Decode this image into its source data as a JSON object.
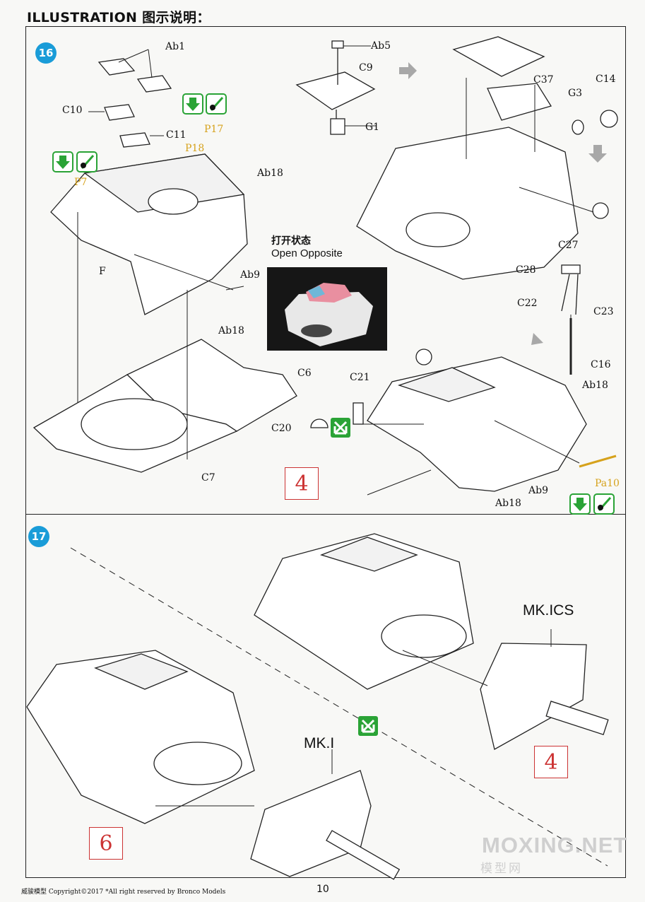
{
  "header": {
    "title": "ILLUSTRATION 图示说明："
  },
  "steps": {
    "s16": "16",
    "s17": "17"
  },
  "photo": {
    "caption_cn": "打开状态",
    "caption_en": "Open Opposite"
  },
  "labels16": {
    "Ab1": "Ab1",
    "C10": "C10",
    "C11": "C11",
    "P17": "P17",
    "P18": "P18",
    "P7": "P7",
    "Ab18a": "Ab18",
    "Ab18b": "Ab18",
    "Ab18c": "Ab18",
    "Ab18d": "Ab18",
    "F": "F",
    "Ab9a": "Ab9",
    "Ab9b": "Ab9",
    "C6": "C6",
    "C7": "C7",
    "Ab5": "Ab5",
    "C9": "C9",
    "G1": "G1",
    "C37": "C37",
    "G3": "G3",
    "C14": "C14",
    "C27": "C27",
    "C28": "C28",
    "C22": "C22",
    "C23": "C23",
    "C16": "C16",
    "C21": "C21",
    "C20": "C20",
    "Pa10": "Pa10"
  },
  "labels17": {
    "mkics": "MK.ICS",
    "mki": "MK.I"
  },
  "refs": {
    "r16": "4",
    "r17a": "4",
    "r17b": "6"
  },
  "icons": {
    "glue": "glue-icon",
    "paint": "paint-black-icon",
    "option": "optional-part-icon"
  },
  "colors": {
    "step_badge": "#1a9cd8",
    "icon_green": "#2aa336",
    "ref_red": "#cc3333",
    "etch_yellow": "#d6a21c"
  },
  "footer": {
    "text": "威骏模型  Copyright©2017  *All right reserved by Bronco Models",
    "page": "10"
  },
  "watermark": {
    "en": "MOXING.NET",
    "cn": "模型网"
  }
}
